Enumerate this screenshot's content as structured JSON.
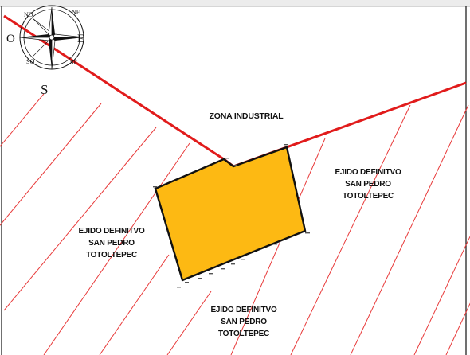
{
  "compass": {
    "north_west": "NO",
    "north_east": "NE",
    "west": "O",
    "east": "E",
    "south": "S",
    "south_west": "SO",
    "south_east": "SE"
  },
  "labels": {
    "zone_industrial": "ZONA INDUSTRIAL",
    "ejido_right": [
      "EJIDO DEFINITVO",
      "SAN PEDRO",
      "TOTOLTEPEC"
    ],
    "ejido_left": [
      "EJIDO DEFINITVO",
      "SAN PEDRO",
      "TOTOLTEPEC"
    ],
    "ejido_bottom": [
      "EJIDO DEFINITVO",
      "SAN PEDRO",
      "TOTOLTEPEC"
    ]
  },
  "colors": {
    "boundary": "#e11b1b",
    "hatch": "#e83a3a",
    "parcel_fill": "#fdb913",
    "parcel_stroke": "#111111"
  }
}
